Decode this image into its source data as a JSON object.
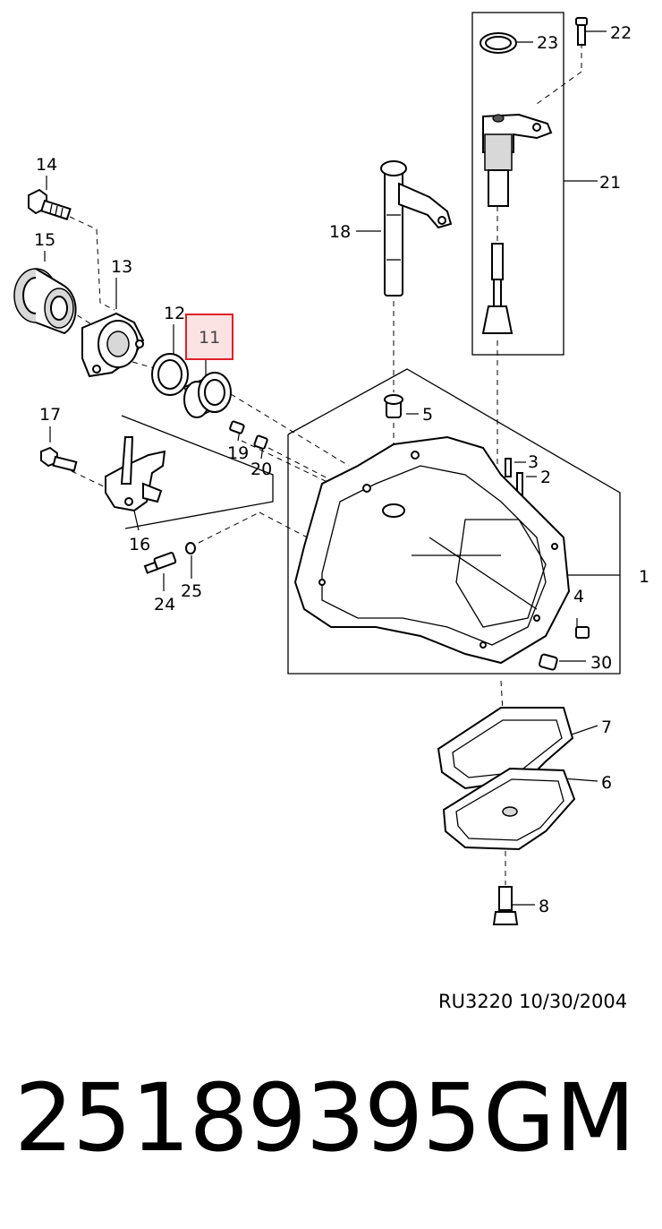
{
  "diagram": {
    "callouts": {
      "c1": "1",
      "c2": "2",
      "c3": "3",
      "c4": "4",
      "c5": "5",
      "c6": "6",
      "c7": "7",
      "c8": "8",
      "c11": "11",
      "c12": "12",
      "c13": "13",
      "c14": "14",
      "c15": "15",
      "c16": "16",
      "c17": "17",
      "c18": "18",
      "c19": "19",
      "c20": "20",
      "c21": "21",
      "c22": "22",
      "c23": "23",
      "c24": "24",
      "c25": "25",
      "c30": "30"
    },
    "highlighted_callout": "11",
    "highlight_color": "#e0202a",
    "highlight_fill": "#fbe3e4"
  },
  "footer": {
    "ref_code": "RU3220  10/30/2004",
    "part_number": "25189395",
    "brand": "GM"
  }
}
